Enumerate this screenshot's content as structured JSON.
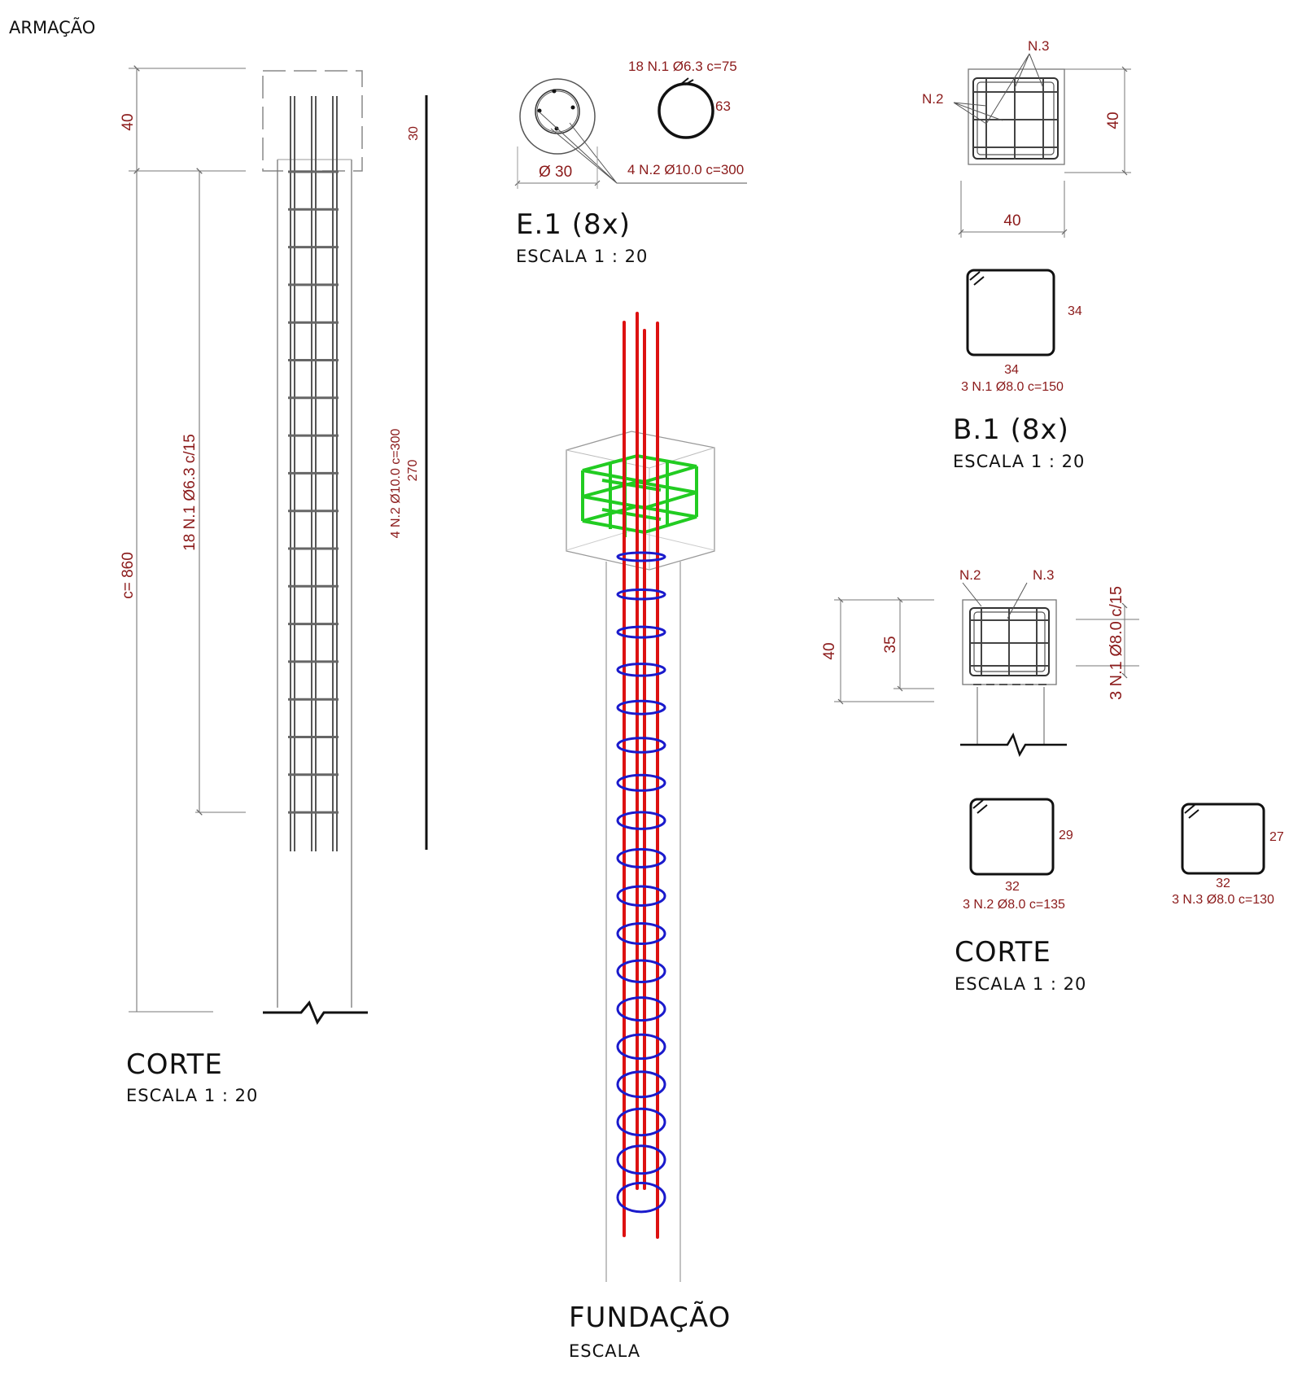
{
  "header": "ARMAÇÃO",
  "colors": {
    "dimension": "#8b1a1a",
    "line": "#444444",
    "longitudinal_bar_3d": "#dd1111",
    "stirrup_3d": "#1a1acc",
    "cap_cage_3d": "#22cc22"
  },
  "views": {
    "corte_left": {
      "title": "CORTE",
      "scale": "ESCALA   1 : 20"
    },
    "e1": {
      "title": "E.1 (8x)",
      "scale": "ESCALA   1 : 20"
    },
    "fundacao": {
      "title": "FUNDAÇÃO",
      "scale": "ESCALA"
    },
    "b1": {
      "title": "B.1 (8x)",
      "scale": "ESCALA   1 : 20"
    },
    "corte_right": {
      "title": "CORTE",
      "scale": "ESCALA   1 : 20"
    }
  },
  "dims": {
    "col_top": "40",
    "col_len": "c= 860",
    "stirrup_spec": "18 N.1 Ø6.3 c/15",
    "bar_spec": "4 N.2 Ø10.0 c=300",
    "bar_len": "270",
    "bar_top": "30",
    "e1_stirrup": "18 N.1 Ø6.3 c=75",
    "e1_ring": "63",
    "e1_diameter": "Ø 30",
    "e1_bars": "4 N.2 Ø10.0 c=300",
    "b1_n3": "N.3",
    "b1_n2": "N.2",
    "b1_height": "40",
    "b1_width": "40",
    "b1_stirrup_h": "34",
    "b1_stirrup_w": "34",
    "b1_stirrup_spec": "3 N.1 Ø8.0 c=150",
    "cr_n2": "N.2",
    "cr_n3": "N.3",
    "cr_height": "40",
    "cr_inner": "35",
    "cr_stirrups": "3 N.1 Ø8.0 c/15",
    "cr_n2_h": "29",
    "cr_n2_w": "32",
    "cr_n2_spec": "3 N.2 Ø8.0 c=135",
    "cr_n3_h": "27",
    "cr_n3_w": "32",
    "cr_n3_spec": "3 N.3 Ø8.0 c=130"
  }
}
